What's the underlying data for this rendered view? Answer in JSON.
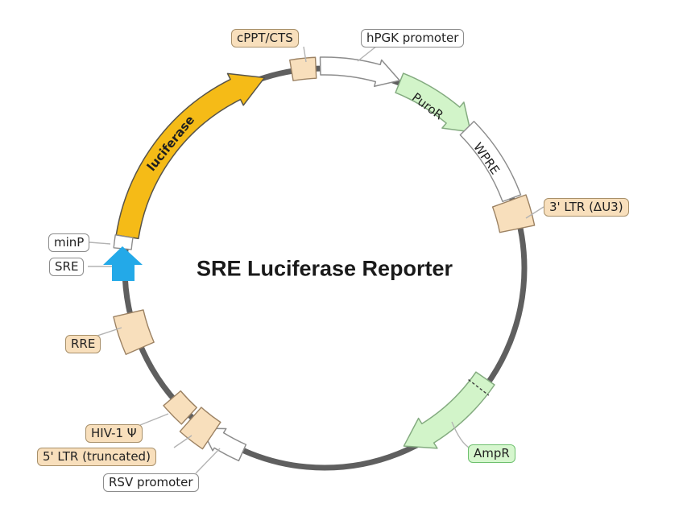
{
  "plasmid": {
    "title": "SRE Luciferase Reporter",
    "features": [
      {
        "id": "cppt",
        "label": "cPPT/CTS",
        "kind": "block",
        "style": "tan"
      },
      {
        "id": "hpgk",
        "label": "hPGK promoter",
        "kind": "arrow",
        "style": "white",
        "direction": "clockwise"
      },
      {
        "id": "puror",
        "label": "PuroR",
        "kind": "arrow",
        "style": "green",
        "direction": "clockwise",
        "label_inside": true
      },
      {
        "id": "wpre",
        "label": "WPRE",
        "kind": "block",
        "style": "white",
        "label_inside": true
      },
      {
        "id": "ltr3",
        "label": "3' LTR (ΔU3)",
        "kind": "block",
        "style": "tan"
      },
      {
        "id": "ampr",
        "label": "AmpR",
        "kind": "arrow",
        "style": "green",
        "direction": "clockwise",
        "note": "dashed boundary at start"
      },
      {
        "id": "rsv",
        "label": "RSV promoter",
        "kind": "arrow",
        "style": "white",
        "direction": "clockwise"
      },
      {
        "id": "ltr5",
        "label": "5' LTR (truncated)",
        "kind": "block",
        "style": "tan"
      },
      {
        "id": "psi",
        "label": "HIV-1 Ψ",
        "kind": "block",
        "style": "tan"
      },
      {
        "id": "rre",
        "label": "RRE",
        "kind": "block",
        "style": "tan"
      },
      {
        "id": "sre",
        "label": "SRE",
        "kind": "arrow-up",
        "style": "blue"
      },
      {
        "id": "minp",
        "label": "minP",
        "kind": "marker",
        "style": "white"
      },
      {
        "id": "luciferase",
        "label": "luciferase",
        "kind": "arrow",
        "style": "gold",
        "direction": "clockwise",
        "label_inside": true
      }
    ],
    "palette": {
      "backbone": "#5F5F5F",
      "tan_fill": "#F8DFBC",
      "tan_stroke": "#9C8263",
      "white_fill": "#FFFFFF",
      "white_stroke": "#8C8C8C",
      "green_fill": "#D2F4C9",
      "green_stroke": "#84AB80",
      "gold_fill": "#F5BB17",
      "gold_stroke": "#57544B",
      "blue_fill": "#23A9E8",
      "leader": "#B3B3B3",
      "dash_mark": "#3F3F3F"
    }
  }
}
